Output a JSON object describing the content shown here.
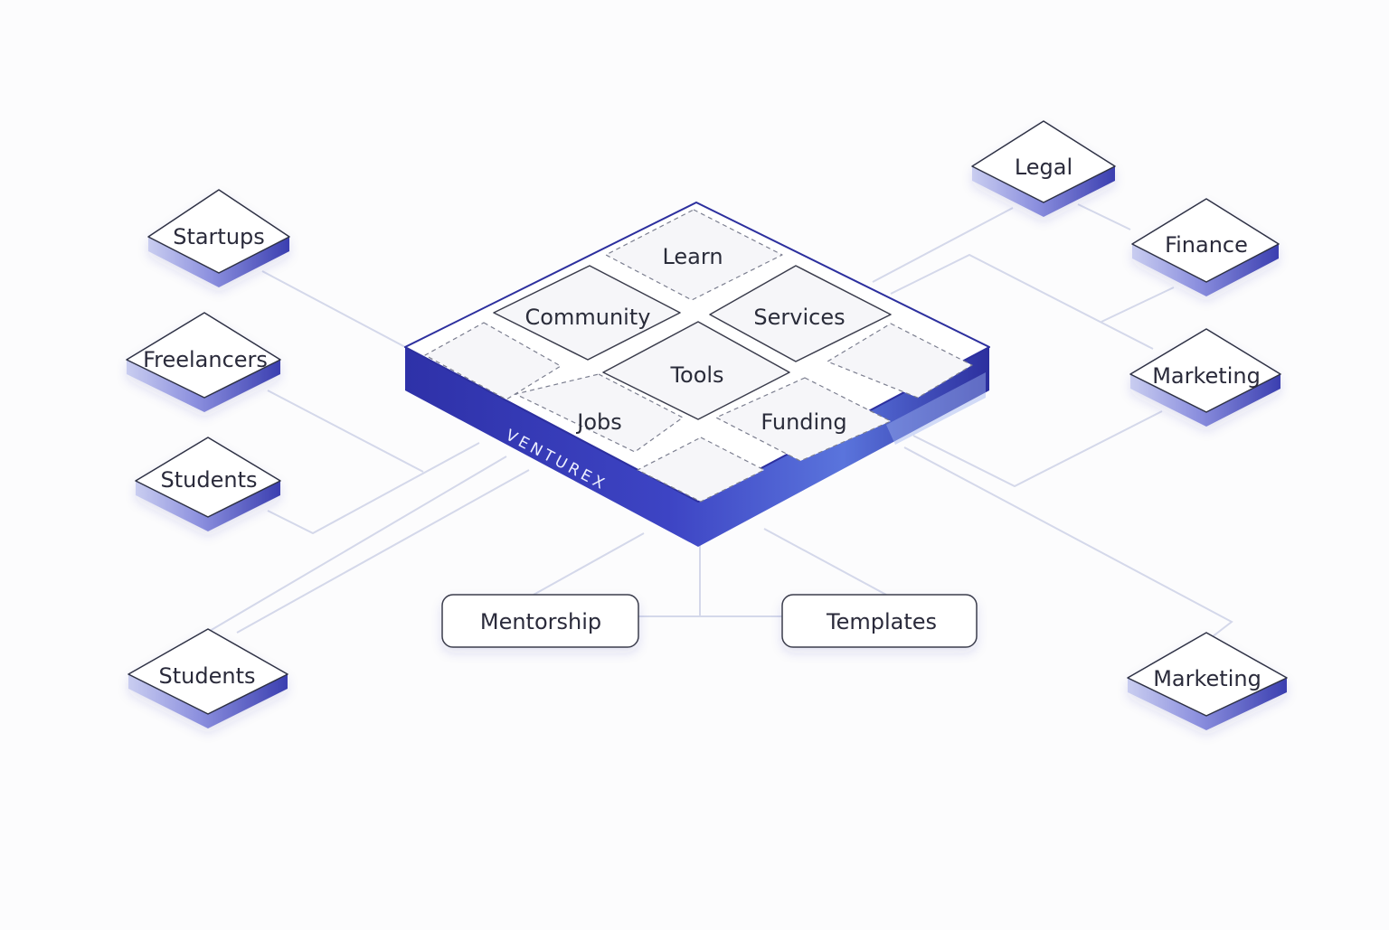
{
  "diagram": {
    "brand_label": "VENTUREX",
    "tiles": {
      "learn": "Learn",
      "community": "Community",
      "services": "Services",
      "tools": "Tools",
      "jobs": "Jobs",
      "funding": "Funding"
    },
    "left_nodes": {
      "startups": "Startups",
      "freelancers": "Freelancers",
      "students_upper": "Students",
      "students_lower": "Students"
    },
    "right_nodes": {
      "legal": "Legal",
      "finance": "Finance",
      "marketing_upper": "Marketing",
      "marketing_lower": "Marketing"
    },
    "bottom_boxes": {
      "mentorship": "Mentorship",
      "templates": "Templates"
    },
    "colors": {
      "accent": "#3c3fb6",
      "accent_dark": "#2c2f9e",
      "tile_fill": "#f6f6f9",
      "connector": "#d4d8ea"
    }
  }
}
